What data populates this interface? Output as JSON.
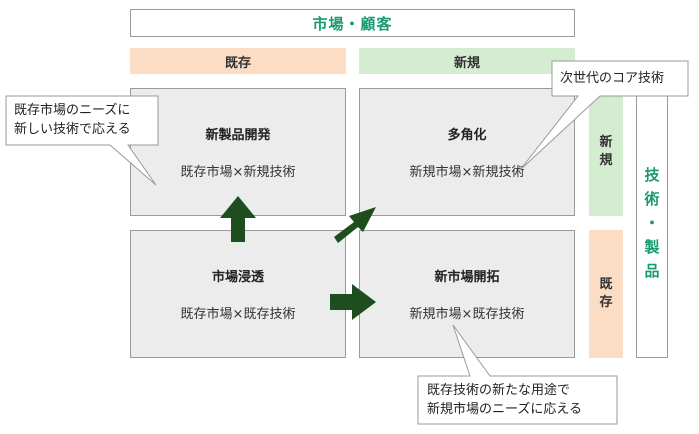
{
  "header_top": "市場・顧客",
  "columns": {
    "existing": "既存",
    "new": "新規"
  },
  "rows": {
    "new": [
      "新",
      "規"
    ],
    "existing": [
      "既",
      "存"
    ]
  },
  "side_header": [
    "技",
    "術",
    "・",
    "製",
    "品"
  ],
  "quadrants": {
    "top_left": {
      "title": "新製品開発",
      "subtitle": "既存市場×新規技術"
    },
    "top_right": {
      "title": "多角化",
      "subtitle": "新規市場×新規技術"
    },
    "bottom_left": {
      "title": "市場浸透",
      "subtitle": "既存市場×既存技術"
    },
    "bottom_right": {
      "title": "新市場開拓",
      "subtitle": "新規市場×既存技術"
    }
  },
  "callouts": {
    "left": [
      "既存市場のニーズに",
      "新しい技術で応える"
    ],
    "top_right": [
      "次世代のコア技術"
    ],
    "bottom": [
      "既存技術の新たな用途で",
      "新規市場のニーズに応える"
    ]
  },
  "colors": {
    "accent_text": "#1a9a72",
    "existing_fill": "#fbdcc4",
    "new_fill": "#d4ecd0",
    "arrow": "#1e4d1e",
    "quadrant_fill": "#ececec"
  }
}
